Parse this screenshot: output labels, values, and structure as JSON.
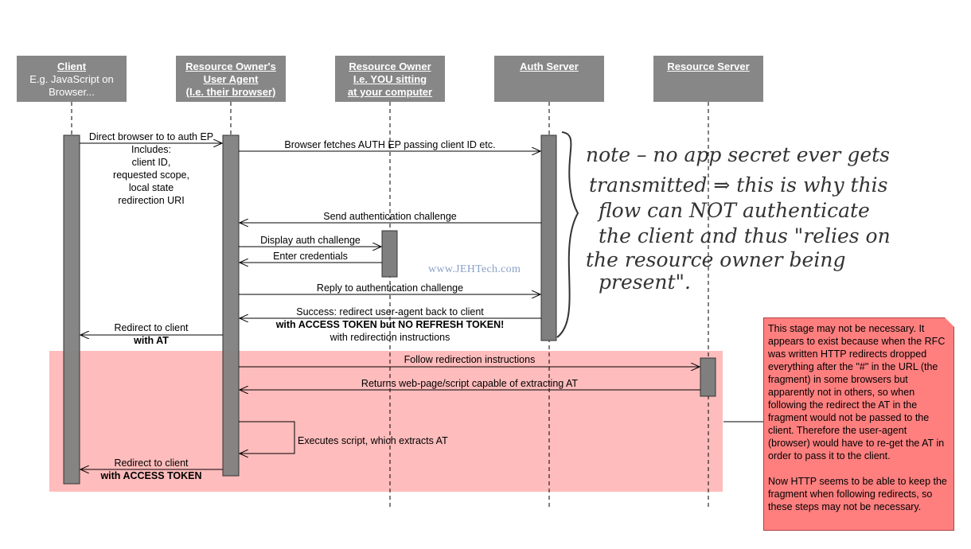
{
  "actors": {
    "client": {
      "name": "Client",
      "sub": [
        "E.g. JavaScript on",
        "Browser..."
      ]
    },
    "user_agent": {
      "name": "Resource Owner's",
      "sub": [
        "User Agent",
        "(I.e. their browser)"
      ]
    },
    "resource_owner": {
      "name": "Resource Owner",
      "sub": [
        "I.e. YOU sitting",
        "at your computer"
      ]
    },
    "auth_server": {
      "name": "Auth Server",
      "sub": []
    },
    "resource_server": {
      "name": "Resource Server",
      "sub": []
    }
  },
  "messages": {
    "direct_browser": [
      "Direct browser to to auth EP",
      "Includes:",
      "client ID,",
      "requested scope,",
      "local state",
      "redirection URI"
    ],
    "browser_fetches": "Browser fetches AUTH EP passing client ID etc.",
    "send_auth_challenge": "Send authentication challenge",
    "display_auth_challenge": "Display auth challenge",
    "enter_credentials": "Enter credentials",
    "reply_auth_challenge": "Reply to authentication challenge",
    "success_redirect": [
      "Success: redirect user-agent back to client",
      "with ACCESS TOKEN but NO REFRESH TOKEN!",
      "with redirection instructions"
    ],
    "redirect_client_at": [
      "Redirect to client",
      "with AT"
    ],
    "follow_redirection": "Follow redirection instructions",
    "returns_webpage": "Returns web-page/script capable of extracting AT",
    "executes_script": "Executes script, which extracts AT",
    "redirect_client_token": [
      "Redirect to client",
      "with ACCESS TOKEN"
    ]
  },
  "watermark": "www.JEHTech.com",
  "handwritten_note": [
    "note – no app secret ever gets",
    "transmitted ⇒ this is why this",
    "flow can NOT authenticate",
    "the client and thus \"relies on",
    "the resource owner being",
    "present\"."
  ],
  "sticky_note": {
    "paragraph1": "This stage may not be necessary. It appears to exist because when the RFC was written HTTP redirects dropped everything after the \"#\" in the URL (the fragment) in some browsers but apparently not in others, so when following the redirect the AT in the fragment would not be passed to the client. Therefore the user-agent (browser) would have to re-get the AT in order to pass it to the client.",
    "paragraph2": "Now HTTP seems to be able to keep the fragment when following redirects, so these steps may not be necessary."
  },
  "colors": {
    "actor_fill": "#878787",
    "activation_fill": "#7f7f7f",
    "highlight_region": "#ffbcbc",
    "note_fill": "#ff7f7f"
  }
}
